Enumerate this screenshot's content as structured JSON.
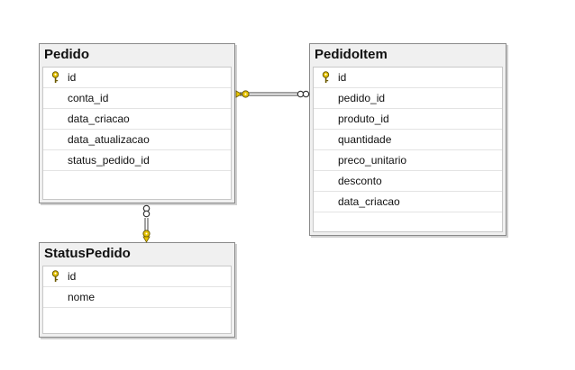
{
  "tables": {
    "pedido": {
      "title": "Pedido",
      "columns": [
        {
          "name": "id",
          "primary_key": true
        },
        {
          "name": "conta_id",
          "primary_key": false
        },
        {
          "name": "data_criacao",
          "primary_key": false
        },
        {
          "name": "data_atualizacao",
          "primary_key": false
        },
        {
          "name": "status_pedido_id",
          "primary_key": false
        }
      ]
    },
    "pedido_item": {
      "title": "PedidoItem",
      "columns": [
        {
          "name": "id",
          "primary_key": true
        },
        {
          "name": "pedido_id",
          "primary_key": false
        },
        {
          "name": "produto_id",
          "primary_key": false
        },
        {
          "name": "quantidade",
          "primary_key": false
        },
        {
          "name": "preco_unitario",
          "primary_key": false
        },
        {
          "name": "desconto",
          "primary_key": false
        },
        {
          "name": "data_criacao",
          "primary_key": false
        }
      ]
    },
    "status_pedido": {
      "title": "StatusPedido",
      "columns": [
        {
          "name": "id",
          "primary_key": true
        },
        {
          "name": "nome",
          "primary_key": false
        }
      ]
    }
  },
  "relationships": [
    {
      "from": "PedidoItem",
      "to": "Pedido",
      "one_end": "Pedido",
      "many_end": "PedidoItem"
    },
    {
      "from": "Pedido",
      "to": "StatusPedido",
      "one_end": "StatusPedido",
      "many_end": "Pedido"
    }
  ],
  "colors": {
    "key_icon": "#e8c400",
    "border": "#8a8a8a",
    "header_bg": "#f0f0f0"
  }
}
